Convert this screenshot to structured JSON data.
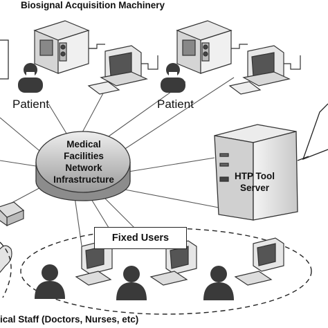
{
  "title": "Biosignal Acquisition Machinery",
  "patients": [
    "Patient",
    "Patient"
  ],
  "hub": {
    "lines": [
      "Medical",
      "Facilities",
      "Network",
      "Infrastructure"
    ]
  },
  "server": {
    "lines": [
      "HTP Tool",
      "Server"
    ]
  },
  "fixed_users": "Fixed Users",
  "staff_label": "ical Staff (Doctors, Nurses, etc)",
  "colors": {
    "line": "#555555",
    "device_fill": "#f2f2f2",
    "dark": "#3a3a3a",
    "hub_fill": "#d9d9d9"
  }
}
